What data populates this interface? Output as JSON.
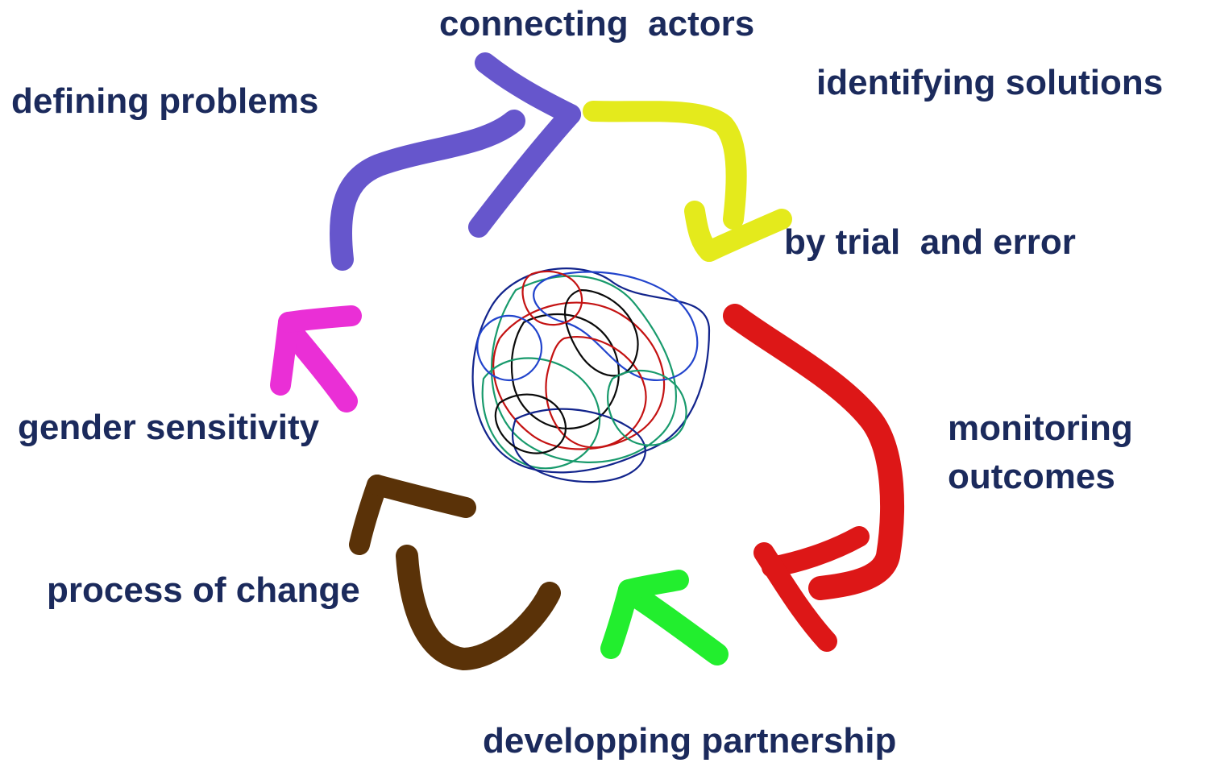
{
  "labels": {
    "connecting": "connecting  actors",
    "defining": "defining problems",
    "identifying": "identifying solutions",
    "trial": "by trial  and error",
    "gender": "gender sensitivity",
    "monitoring": "monitoring\noutcomes",
    "process": "process of change",
    "developing": "developping partnership"
  },
  "colors": {
    "text": "#1b2a5c",
    "purple": "#6656cc",
    "yellow": "#e4ea1c",
    "red": "#dd1717",
    "green": "#22ee2e",
    "brown": "#5a3208",
    "magenta": "#ea2fd6",
    "tangle": [
      "#12248c",
      "#189a6c",
      "#c41212",
      "#0a0a0a",
      "#2244cc"
    ]
  },
  "icons": {
    "center": "scribble-tangle-icon",
    "arrows": [
      "purple-arrow-icon",
      "yellow-arrow-icon",
      "red-arrow-icon",
      "green-arrow-icon",
      "brown-arrow-icon",
      "magenta-arrow-icon"
    ]
  }
}
